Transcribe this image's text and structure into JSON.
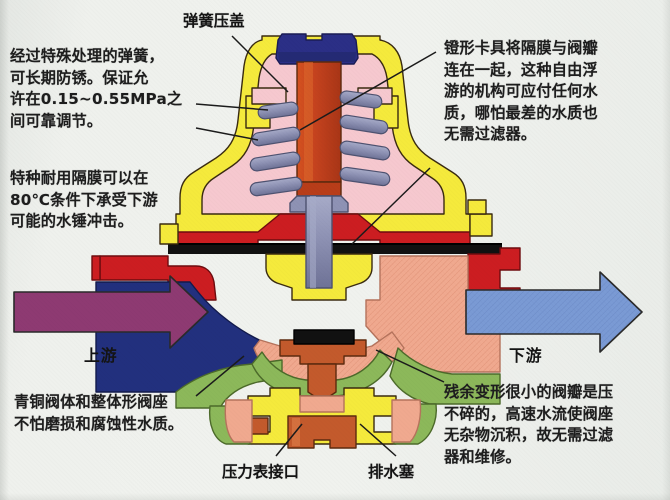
{
  "diagram": {
    "title_label": "弹簧压盖",
    "subject": "减压阀剖视图"
  },
  "annotations": {
    "spring_gland": "弹簧压盖",
    "left_top": "经过特殊处理的弹簧，\n可长期防锈。保证允\n许在0.15~0.55MPa之\n间可靠调节。",
    "left_mid": "特种耐用隔膜可以在\n80℃条件下承受下游\n可能的水锤冲击。",
    "right_top": "镫形卡具将隔膜与阀瓣\n连在一起，这种自由浮\n游的机构可应付任何水\n质，哪怕最差的水质也\n无需过滤器。",
    "left_bottom": "青铜阀体和整体形阀座\n不怕磨损和腐蚀性水质。",
    "right_bottom": "残余变形很小的阀瓣是压\n不碎的，高速水流使阀座\n无杂物沉积，故无需过滤\n器和维修。",
    "gauge_port": "压力表接口",
    "drain_plug": "排水塞"
  },
  "flow": {
    "upstream_label": "上游",
    "downstream_label": "下游",
    "upstream_color": "#8e3a72",
    "downstream_color": "#7a9ad4"
  },
  "palette": {
    "background": "#edefeb",
    "bonnet_yellow": "#f5ea3c",
    "interior_pink": "#f6c8cf",
    "stem_orange": "#c8441f",
    "stem_orange_light": "#e06a2a",
    "cap_navy": "#2b2f86",
    "spring_gray": "#8e92b4",
    "body_red": "#cc1d21",
    "upstream_navy": "#22307e",
    "downstream_salmon": "#f0a98f",
    "seat_green": "#8cb85a",
    "diaphragm_black": "#111111",
    "drain_brown": "#c35a2c",
    "outline": "#3a2b10",
    "text": "#1d1d1d"
  }
}
